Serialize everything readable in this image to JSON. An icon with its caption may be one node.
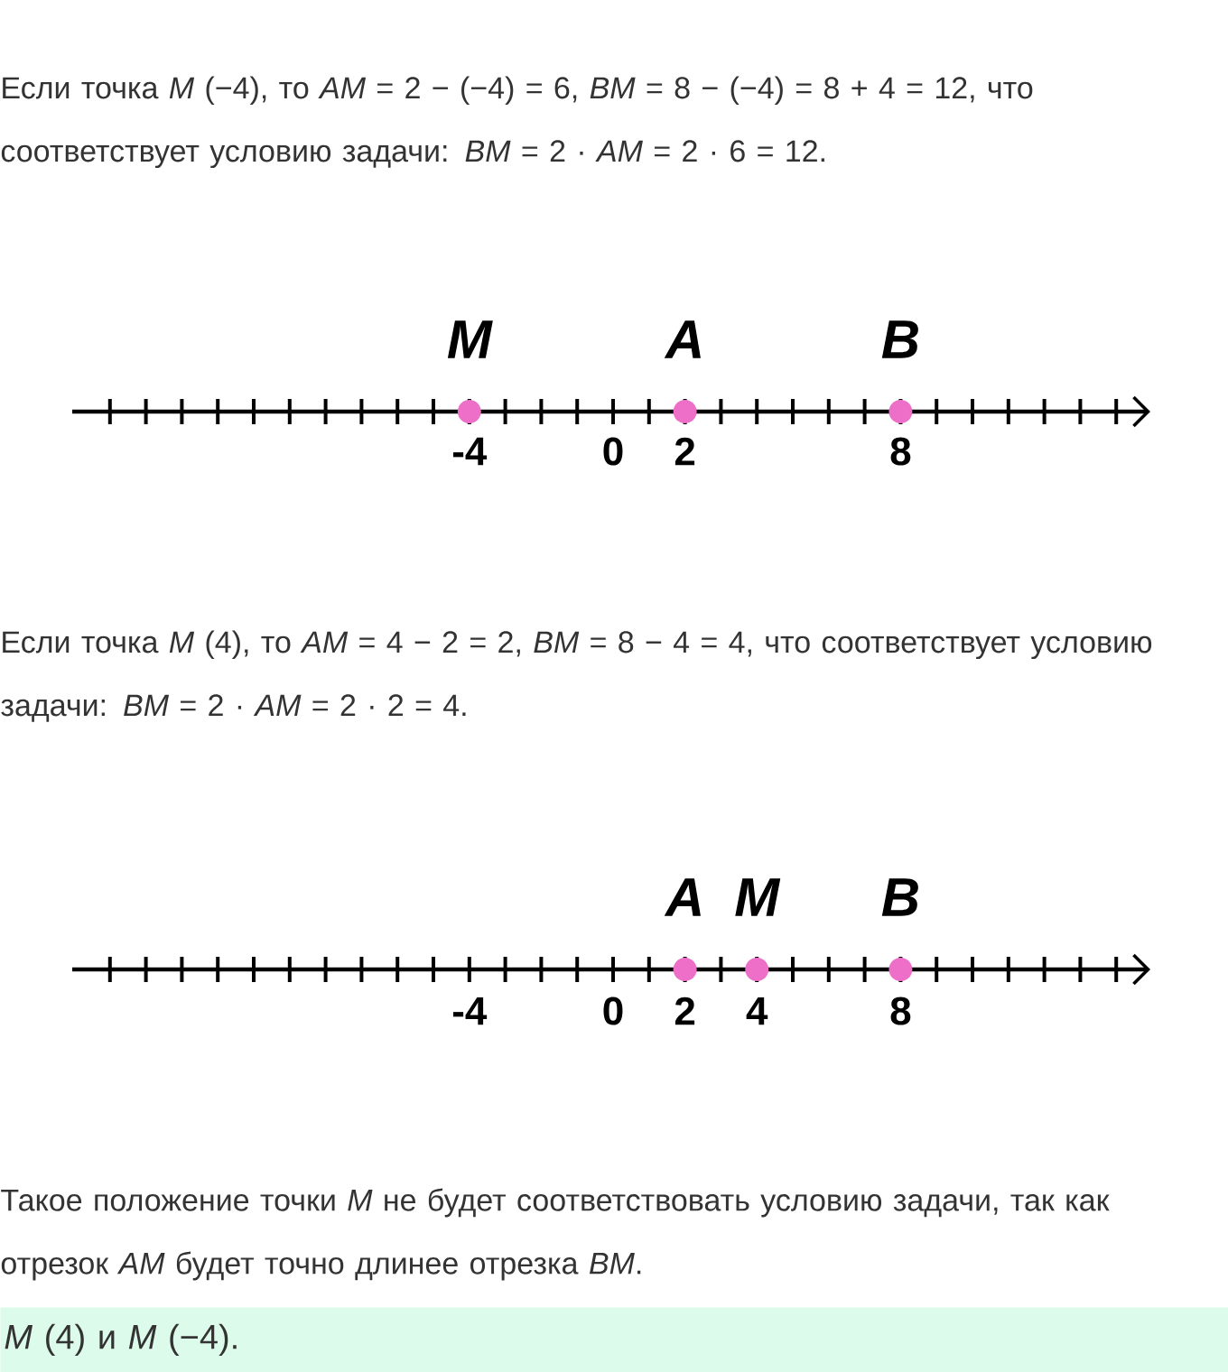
{
  "diagram": {
    "nodes": [
      {
        "text": [
          "*M* (4) и *M* (−4)."
        ]
      }
    ],
    "labels": [
      "Если точка *M* (−4), то *AM* = 2 − (−4) = 6, *BM* = 8 − (−4) = 8 + 4 = 12, что соответствует условию задачи: *BM* = 2 · *AM* = 2 · 6 = 12.",
      "M",
      "A",
      "B",
      "-4",
      "0",
      "2",
      "8",
      "Если точка *M* (4), то *AM* = 4 − 2 = 2, *BM* = 8 − 4 = 4, что соответствует условию задачи: *BM* = 2 · *AM* = 2 · 2 = 4.",
      "A",
      "M",
      "B",
      "-4",
      "0",
      "2",
      "4",
      "8",
      "Такое положение точки *M* не будет соответствовать условию задачи, так как отрезок *AM* будет точно длинее отрезка *BM*."
    ]
  }
}
